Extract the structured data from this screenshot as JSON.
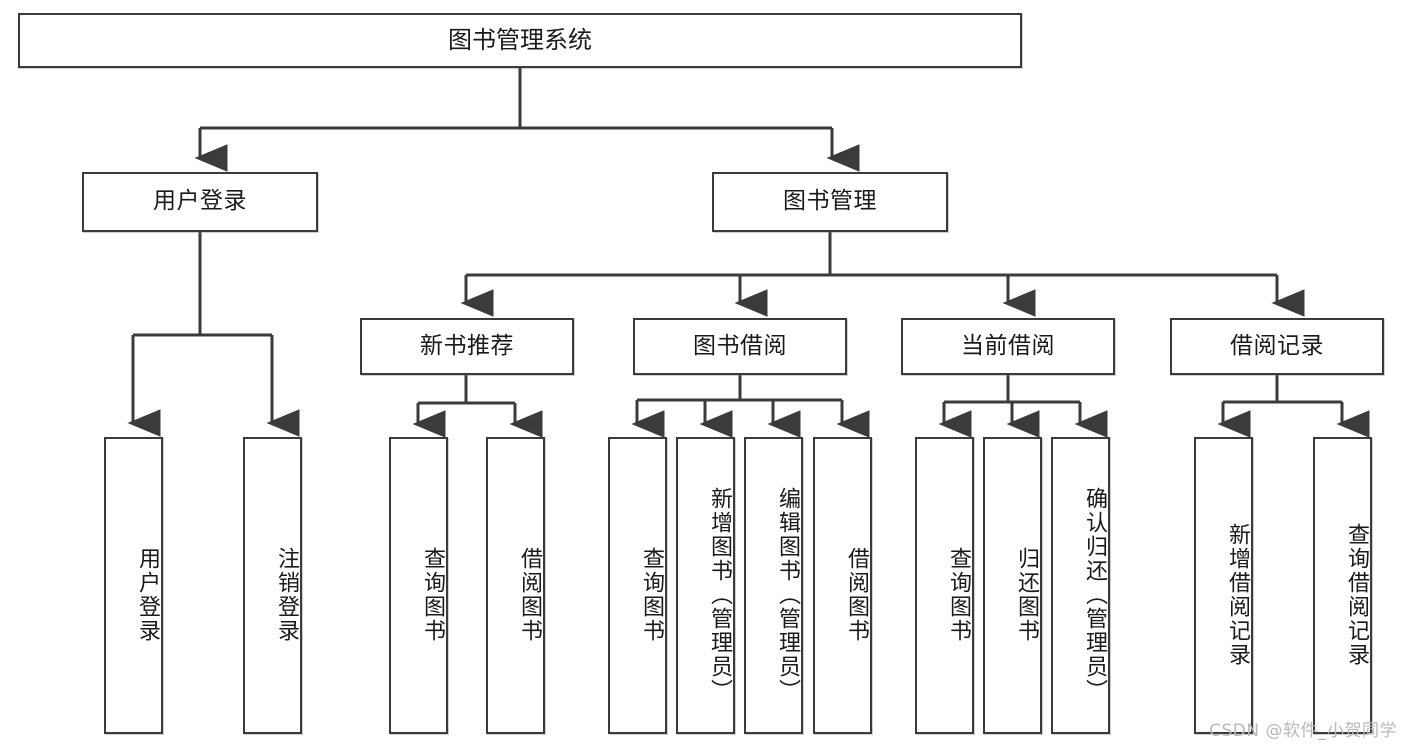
{
  "diagram": {
    "title": "图书管理系统",
    "type": "tree-hierarchy-chart",
    "stroke_color": "#3b3b3b",
    "background_color": "#ffffff",
    "text_color": "#1a1a1a",
    "root": {
      "label": "图书管理系统"
    },
    "level2": [
      {
        "label": "用户登录"
      },
      {
        "label": "图书管理"
      }
    ],
    "level3": [
      {
        "label": "新书推荐"
      },
      {
        "label": "图书借阅"
      },
      {
        "label": "当前借阅"
      },
      {
        "label": "借阅记录"
      }
    ],
    "leaves": {
      "user_login": [
        {
          "label": "用户登录"
        },
        {
          "label": "注销登录"
        }
      ],
      "new_book_recommend": [
        {
          "label": "查询图书"
        },
        {
          "label": "借阅图书"
        }
      ],
      "book_borrow": [
        {
          "label": "查询图书"
        },
        {
          "label": "新增图书（管理员）"
        },
        {
          "label": "编辑图书（管理员）"
        },
        {
          "label": "借阅图书"
        }
      ],
      "current_borrow": [
        {
          "label": "查询图书"
        },
        {
          "label": "归还图书"
        },
        {
          "label": "确认归还（管理员）"
        }
      ],
      "borrow_record": [
        {
          "label": "新增借阅记录"
        },
        {
          "label": "查询借阅记录"
        }
      ]
    }
  },
  "watermark": {
    "text": "CSDN @软件_小贺同学"
  }
}
